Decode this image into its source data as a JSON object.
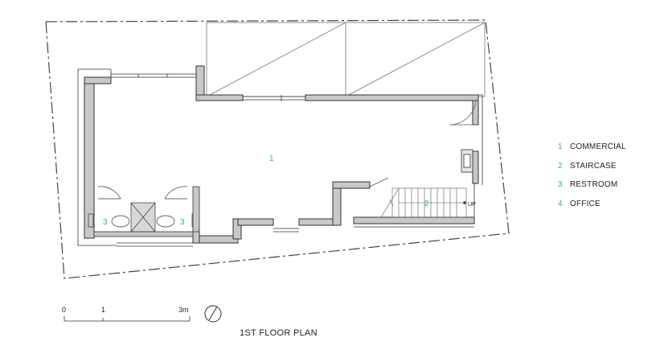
{
  "title": "1ST FLOOR PLAN",
  "legend": [
    {
      "number": "1",
      "label": "COMMERCIAL"
    },
    {
      "number": "2",
      "label": "STAIRCASE"
    },
    {
      "number": "3",
      "label": "RESTROOM"
    },
    {
      "number": "4",
      "label": "OFFICE"
    }
  ],
  "room_tags": {
    "commercial": "1",
    "staircase": "2",
    "restroom_left": "3",
    "restroom_right": "3"
  },
  "stair_direction": "UP",
  "scale_bar": {
    "start": "0",
    "mid": "1",
    "end": "3m"
  },
  "colors": {
    "accent": "#27aebd",
    "wall_fill": "#c8c8c8",
    "line": "#333333"
  }
}
